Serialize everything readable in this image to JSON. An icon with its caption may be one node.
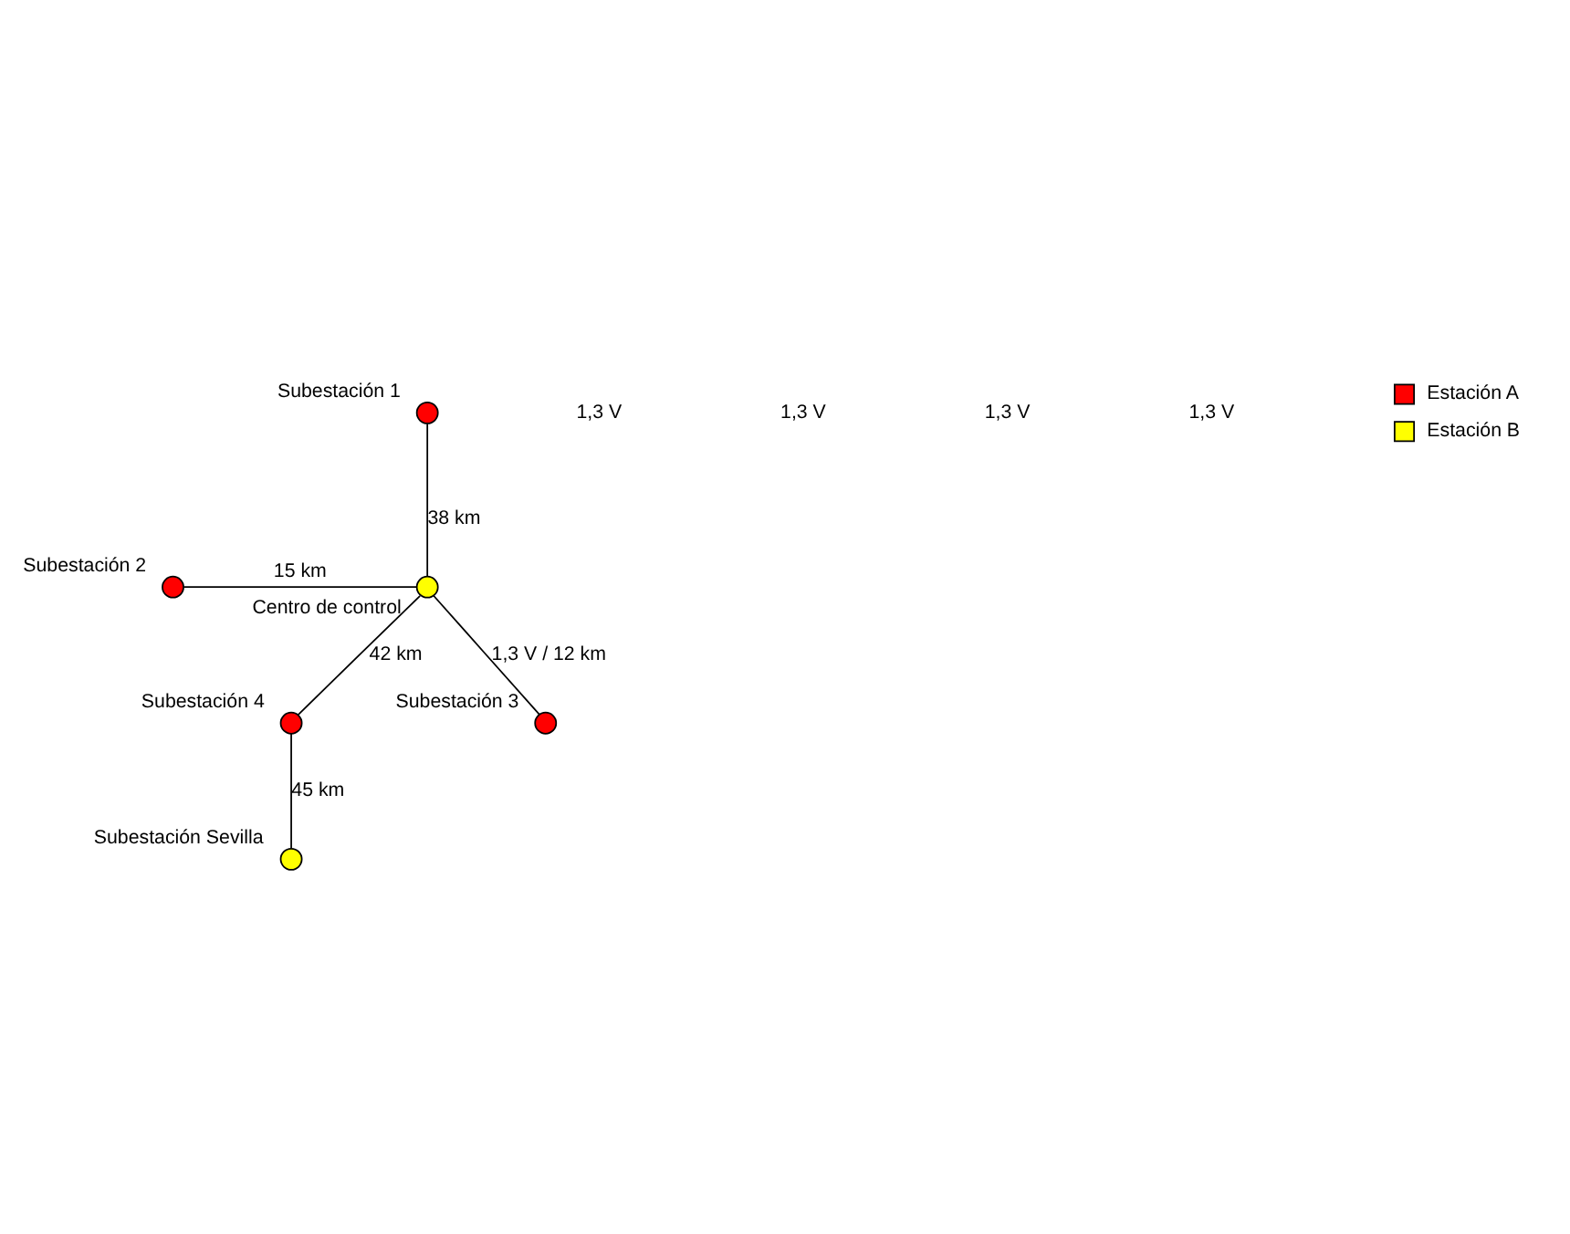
{
  "diagram": {
    "nodes": [
      {
        "text": [],
        "shape": "circle",
        "beside": [
          "Subestación 1"
        ]
      },
      {
        "text": [],
        "shape": "circle",
        "beside": [
          "Centro de control"
        ]
      },
      {
        "text": [],
        "shape": "circle",
        "beside": [
          "Subestación 2"
        ]
      },
      {
        "text": [],
        "shape": "circle",
        "beside": [
          "Subestación 3"
        ]
      },
      {
        "text": [],
        "shape": "circle",
        "beside": [
          "Subestación 4"
        ]
      },
      {
        "text": [],
        "shape": "circle",
        "beside": [
          "Subestación Sevilla"
        ]
      }
    ],
    "edges": [
      {
        "from": 0,
        "to": 1,
        "arrow": "none",
        "label": "38 km"
      },
      {
        "from": 2,
        "to": 1,
        "arrow": "none",
        "label": "15 km"
      },
      {
        "from": 1,
        "to": 3,
        "arrow": "none",
        "label": "1,3 V / 12 km"
      },
      {
        "from": 1,
        "to": 4,
        "arrow": "none",
        "label": "42 km"
      },
      {
        "from": 4,
        "to": 5,
        "arrow": "none",
        "label": "45 km"
      }
    ],
    "labels": [
      "1,3 V",
      "1,3 V",
      "1,3 V",
      "1,3 V"
    ],
    "legend": [
      {
        "text": "Estación A",
        "color": "#ff0000"
      },
      {
        "text": "Estación B",
        "color": "#ffff00"
      }
    ]
  }
}
